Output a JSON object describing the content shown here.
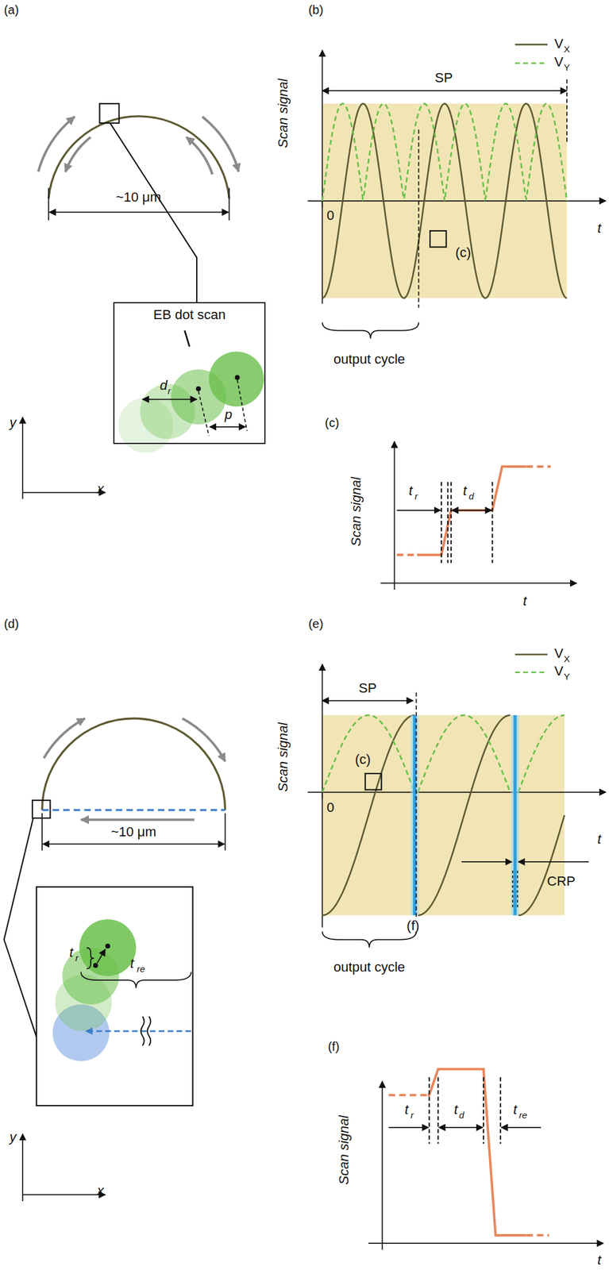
{
  "diagram": {
    "nodes": [
      {
        "text": [
          "EB dot scan"
        ]
      }
    ],
    "labels": [
      "(a)",
      "~10 μm",
      "d",
      "r",
      "p",
      "y",
      "x",
      "(b)",
      "V",
      "X",
      "V",
      "Y",
      "SP",
      "Scan signal",
      "t",
      "0",
      "(c)",
      "output cycle",
      "(c)",
      "Scan signal",
      "t",
      "r",
      "t",
      "d",
      "t",
      "(d)",
      "~10 μm",
      "t",
      "r",
      "t",
      "re",
      "y",
      "x",
      "(e)",
      "V",
      "X",
      "V",
      "Y",
      "SP",
      "Scan signal",
      "(c)",
      "0",
      "t",
      "(f)",
      "CRP",
      "output cycle",
      "(f)",
      "Scan signal",
      "t",
      "r",
      "t",
      "d",
      "t",
      "re",
      "t"
    ]
  }
}
